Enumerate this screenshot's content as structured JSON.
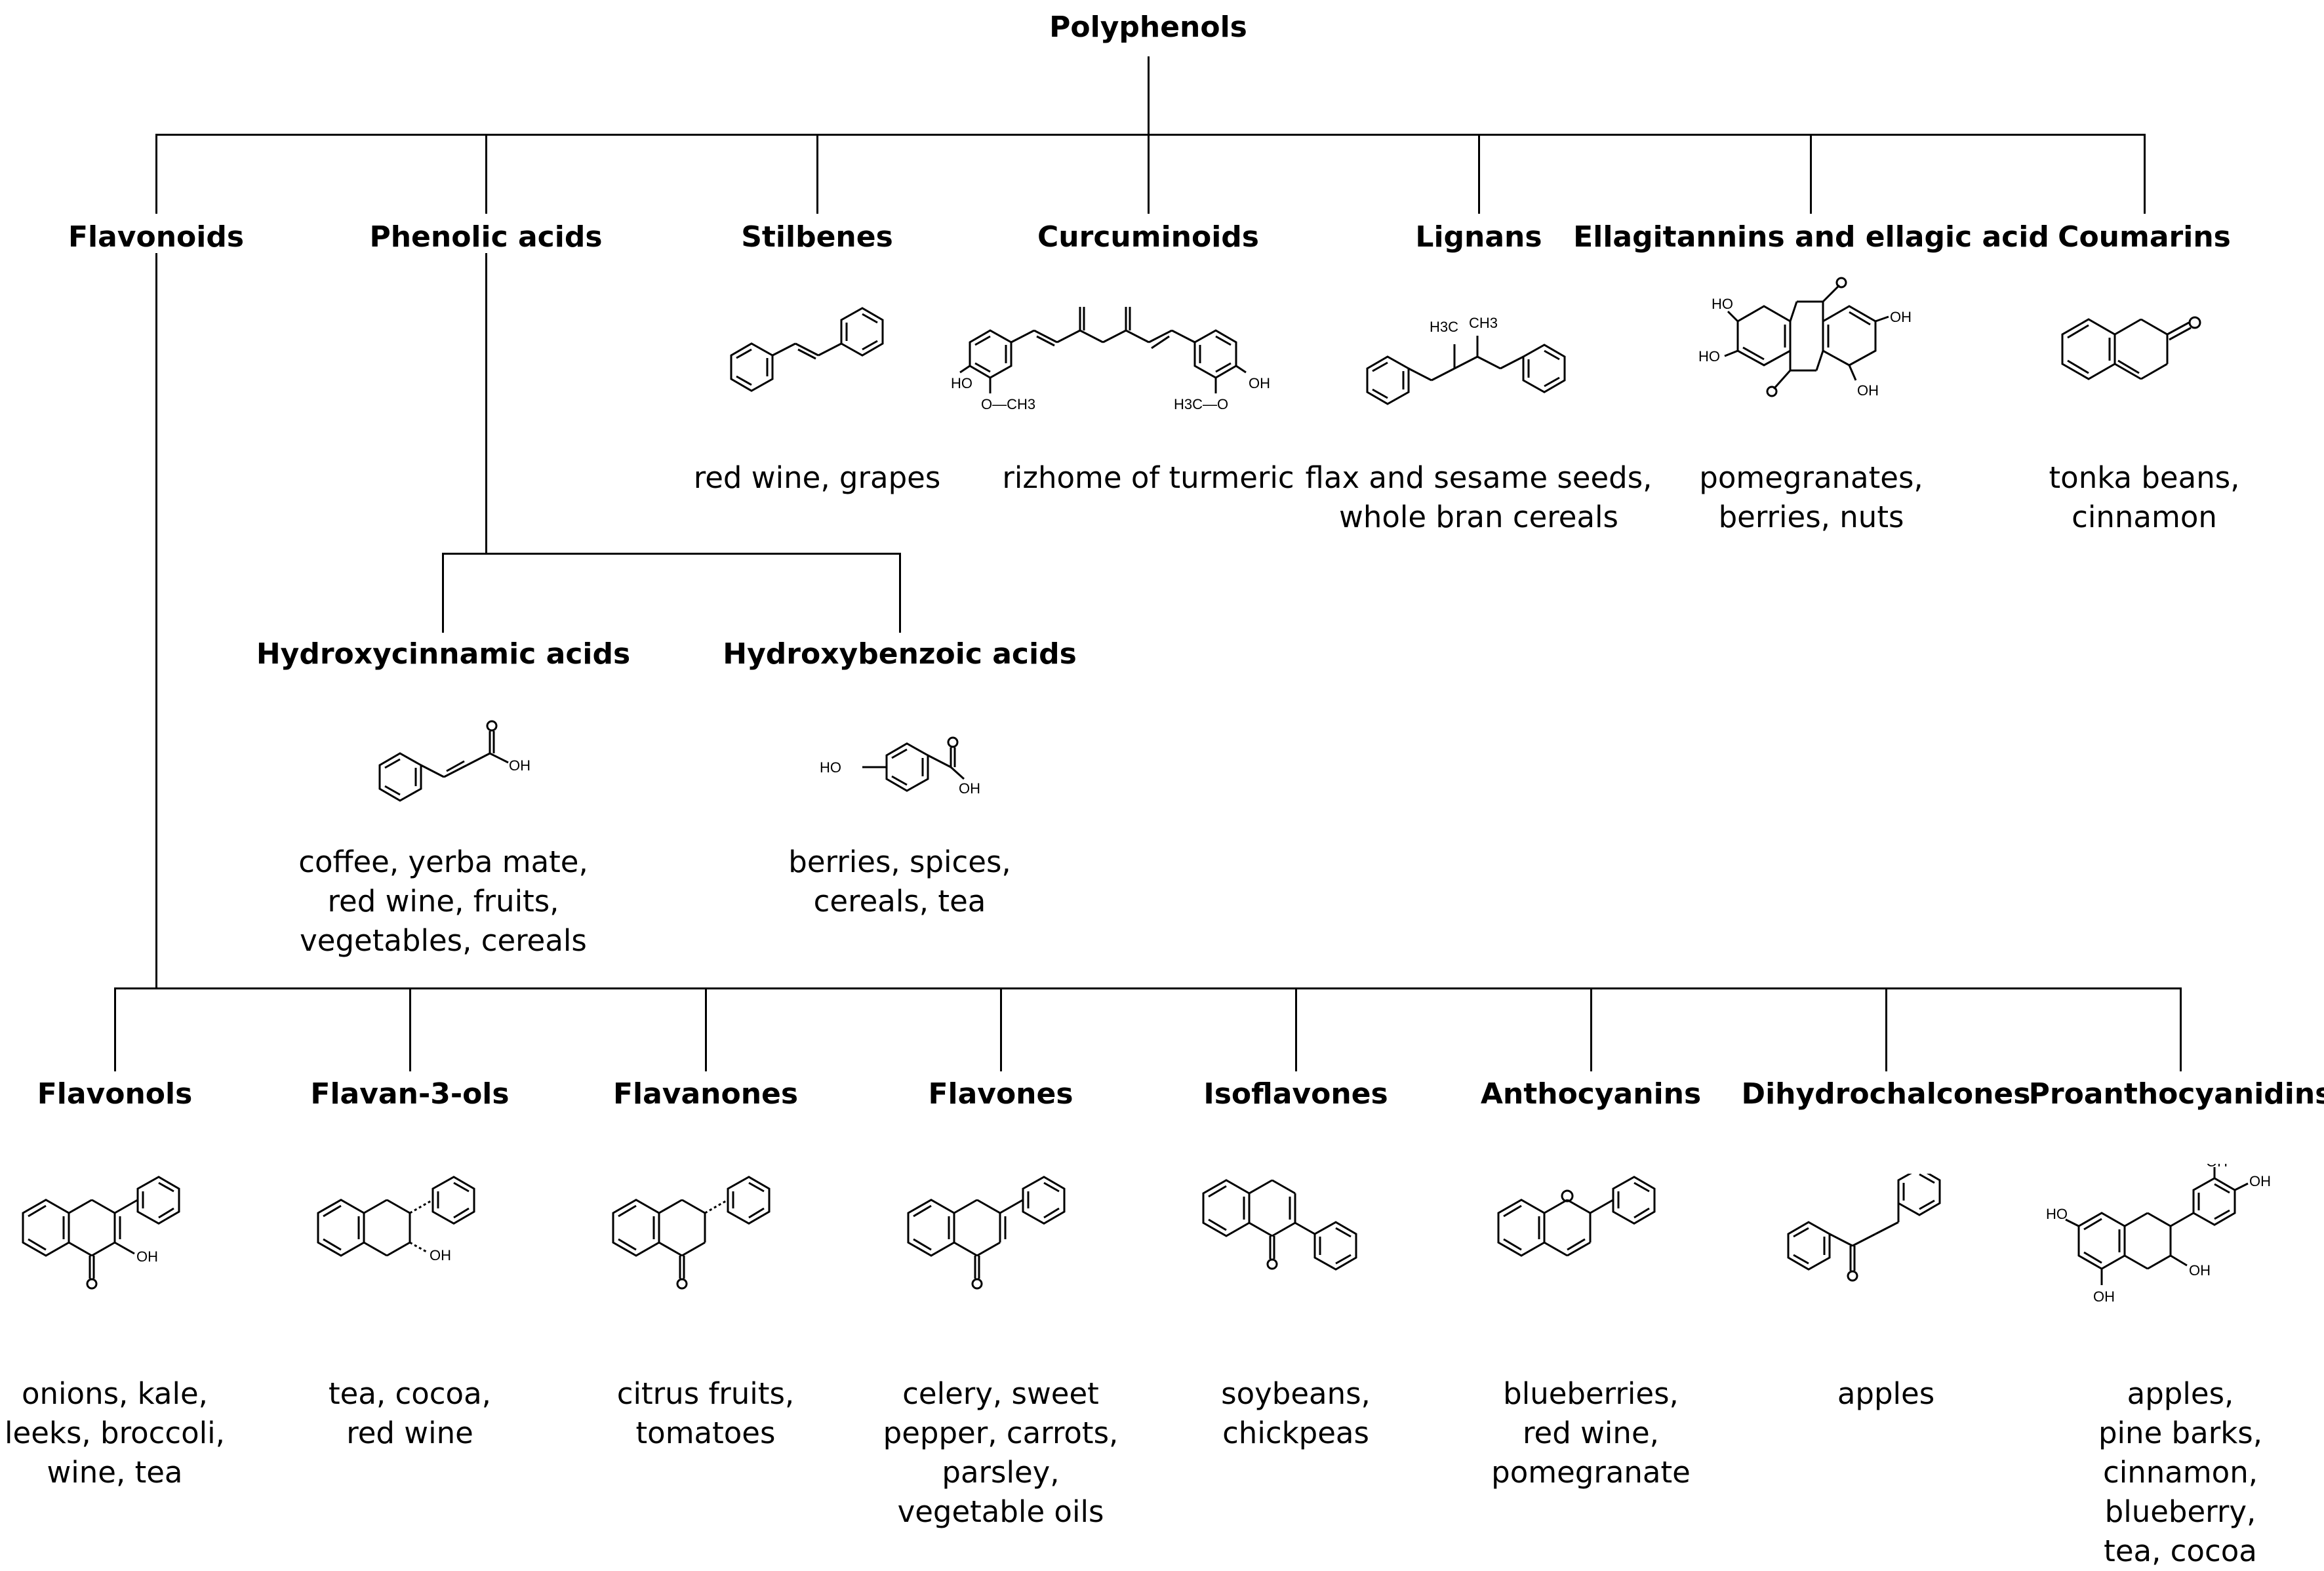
{
  "root": "Polyphenols",
  "classes": [
    {
      "name": "Flavonoids",
      "sources": []
    },
    {
      "name": "Phenolic acids",
      "sources": []
    },
    {
      "name": "Stilbenes",
      "sources": [
        "red wine, grapes"
      ]
    },
    {
      "name": "Curcuminoids",
      "sources": [
        "rizhome of turmeric"
      ]
    },
    {
      "name": "Lignans",
      "sources": [
        "flax and sesame seeds,",
        "whole bran cereals"
      ]
    },
    {
      "name": "Ellagitannins and ellagic acid",
      "sources": [
        "pomegranates,",
        "berries, nuts"
      ]
    },
    {
      "name": "Coumarins",
      "sources": [
        "tonka beans,",
        "cinnamon"
      ]
    }
  ],
  "phenolic_subclasses": [
    {
      "name": "Hydroxycinnamic acids",
      "sources": [
        "coffee, yerba mate,",
        "red wine, fruits,",
        "vegetables, cereals"
      ]
    },
    {
      "name": "Hydroxybenzoic acids",
      "sources": [
        "berries, spices,",
        "cereals, tea"
      ]
    }
  ],
  "flavonoid_subclasses": [
    {
      "name": "Flavonols",
      "sources": [
        "onions, kale,",
        "leeks, broccoli,",
        "wine, tea"
      ]
    },
    {
      "name": "Flavan-3-ols",
      "sources": [
        "tea, cocoa,",
        "red wine"
      ]
    },
    {
      "name": "Flavanones",
      "sources": [
        "citrus fruits,",
        "tomatoes"
      ]
    },
    {
      "name": "Flavones",
      "sources": [
        "celery, sweet",
        "pepper, carrots,",
        "parsley,",
        "vegetable oils"
      ]
    },
    {
      "name": "Isoflavones",
      "sources": [
        "soybeans,",
        "chickpeas"
      ]
    },
    {
      "name": "Anthocyanins",
      "sources": [
        "blueberries,",
        "red wine,",
        "pomegranate"
      ]
    },
    {
      "name": "Dihydrochalcones",
      "sources": [
        "apples"
      ]
    },
    {
      "name": "Proanthocyanidins",
      "sources": [
        "apples,",
        "pine barks,",
        "cinnamon,",
        "blueberry,",
        "tea, cocoa"
      ]
    }
  ],
  "structure_labels": {
    "curcuminoid": [
      "HO",
      "O—CH3",
      "H3C—O",
      "OH"
    ],
    "lignan": [
      "H3C",
      "CH3"
    ],
    "ellagic": [
      "HO",
      "HO",
      "OH",
      "OH"
    ],
    "hydroxycinnamic": [
      "OH"
    ],
    "hydroxybenzoic": [
      "HO",
      "OH"
    ],
    "flavonol": [
      "OH"
    ],
    "flavan3ol": [
      "OH"
    ],
    "proanthocyanidin": [
      "OH",
      "OH",
      "HO",
      "OH",
      "OH"
    ]
  }
}
